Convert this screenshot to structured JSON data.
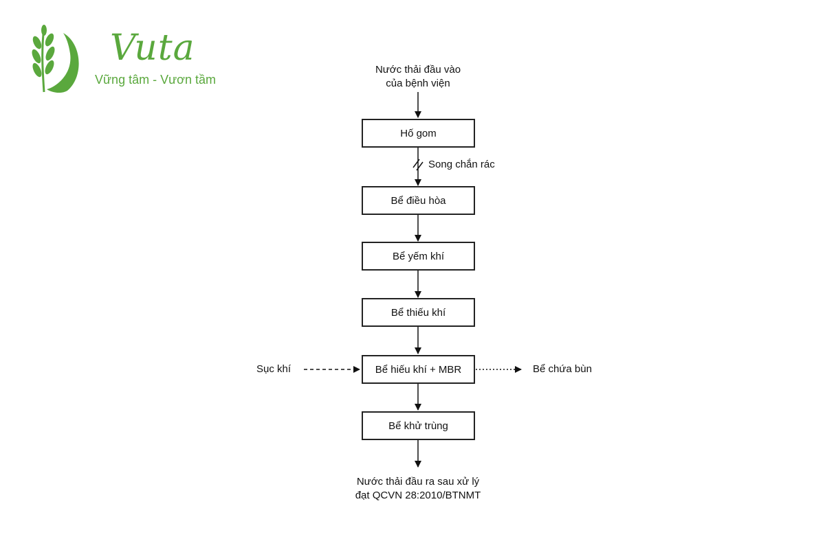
{
  "brand": {
    "name": "Vuta",
    "tagline": "Vững tâm - Vươn tầm",
    "color": "#5aa83d"
  },
  "diagram": {
    "input": [
      "Nước thải đầu vào",
      "của bệnh viện"
    ],
    "screen_label": "Song chắn rác",
    "steps": [
      "Hố gom",
      "Bể điều hòa",
      "Bể yếm khí",
      "Bể thiếu khí",
      "Bể hiếu khí + MBR",
      "Bể khử trùng"
    ],
    "aeration_label": "Sục khí",
    "sludge_label": "Bể chứa bùn",
    "output": [
      "Nước thải đầu ra sau xử lý",
      "đạt QCVN 28:2010/BTNMT"
    ]
  }
}
